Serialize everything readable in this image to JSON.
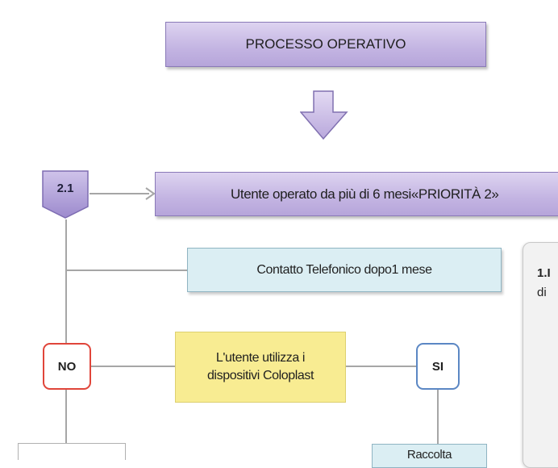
{
  "process_title": "PROCESSO OPERATIVO",
  "step": {
    "label": "2.1",
    "target": "Utente operato da più di 6 mesi«PRIORITÀ 2»"
  },
  "contact": "Contatto Telefonico dopo1 mese",
  "question": {
    "line1": "L'utente utilizza i",
    "line2": "dispositivi Coloplast"
  },
  "answers": {
    "no": "NO",
    "si": "SI"
  },
  "side_panel": {
    "line1": "1.I",
    "line2": "di"
  },
  "bottom_box": "Raccolta",
  "colors": {
    "purple": "#c3b4e2",
    "cyan": "#dbeef3",
    "yellow": "#f8ec92",
    "no_border": "#e0453a",
    "si_border": "#5b87c4",
    "connector": "#a6a6a6"
  }
}
